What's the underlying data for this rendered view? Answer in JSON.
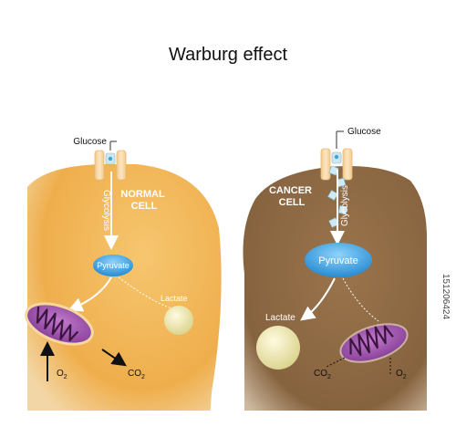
{
  "title": "Warburg effect",
  "normal": {
    "cell_label_1": "NORMAL",
    "cell_label_2": "CELL",
    "glucose": "Glucose",
    "glycolysis": "Glycolysis",
    "pyruvate": "Pyruvate",
    "lactate": "Lactate",
    "o2_main": "O",
    "o2_sub": "2",
    "co2_main": "CO",
    "co2_sub": "2"
  },
  "cancer": {
    "cell_label_1": "CANCER",
    "cell_label_2": "CELL",
    "glucose": "Glucose",
    "glycolysis": "Glycolysis",
    "pyruvate": "Pyruvate",
    "lactate": "Lactate",
    "o2_main": "O",
    "o2_sub": "2",
    "co2_main": "CO",
    "co2_sub": "2"
  },
  "stock_id": "151206424",
  "colors": {
    "normal_cell": "#f2b352",
    "cancer_cell": "#8f6a45",
    "pyruvate": "#2f9fe0",
    "mitochondrion": "#9a4aa6",
    "lactate": "#f1ecb4",
    "membrane_channel": "#f7d7a4"
  }
}
